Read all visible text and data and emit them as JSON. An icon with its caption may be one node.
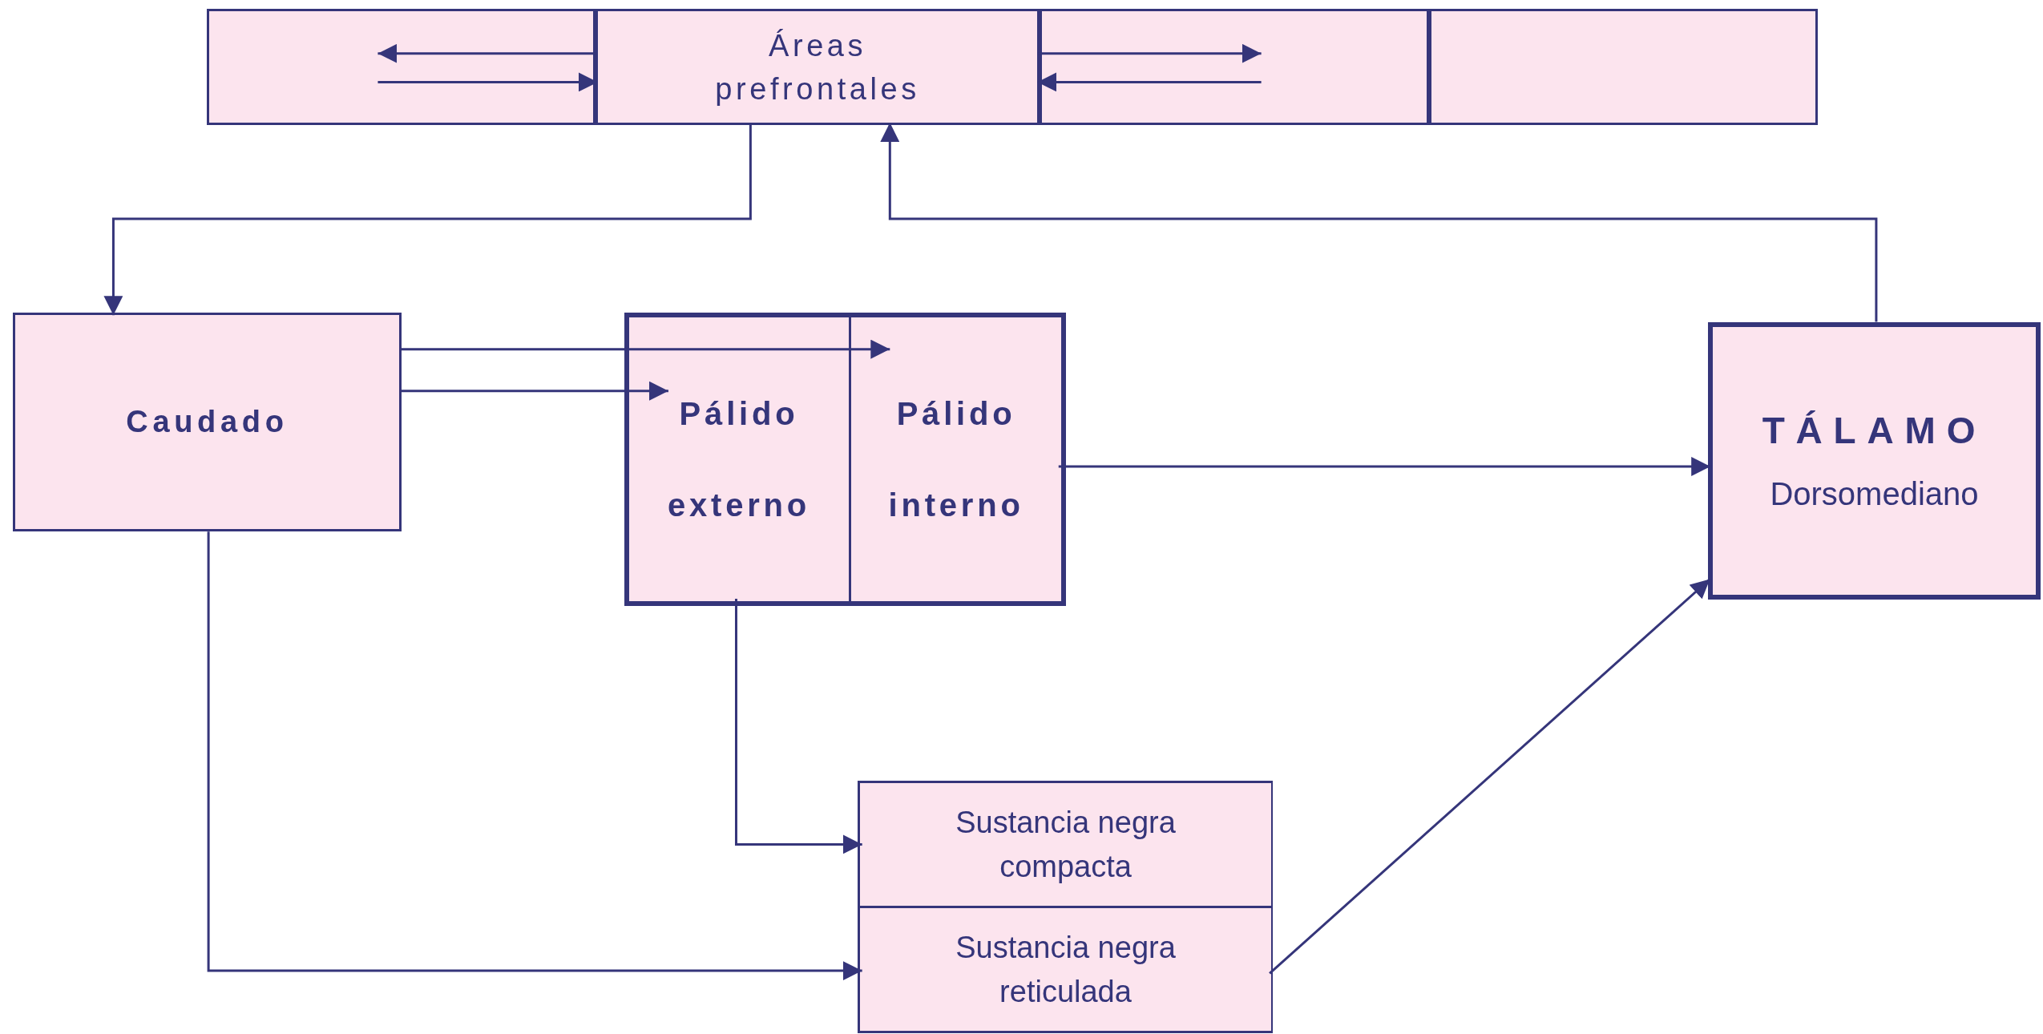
{
  "diagram": {
    "nodes": [
      {
        "text": [],
        "shape": "box"
      },
      {
        "text": [
          "Áreas prefrontales"
        ]
      },
      {
        "text": [],
        "shape": "box"
      },
      {
        "text": [],
        "shape": "box"
      },
      {
        "text": [
          "Caudado"
        ]
      },
      {
        "text": [],
        "shape": "box"
      },
      {
        "text": [
          "Pálido externo"
        ],
        "in": 5
      },
      {
        "text": [
          "Pálido interno"
        ],
        "in": 5
      },
      {
        "text": [
          "TÁLAMO",
          "Dorsomediano"
        ]
      },
      {
        "text": [],
        "shape": "box"
      },
      {
        "text": [
          "Sustancia negra compacta"
        ],
        "in": 9
      },
      {
        "text": [
          "Sustancia negra reticulada"
        ],
        "in": 9
      }
    ],
    "edges": [
      {
        "from": 1,
        "to": 0,
        "arrow": "to"
      },
      {
        "from": 0,
        "to": 1,
        "arrow": "to"
      },
      {
        "from": 1,
        "to": 2,
        "arrow": "to"
      },
      {
        "from": 2,
        "to": 1,
        "arrow": "to"
      },
      {
        "from": 1,
        "to": 4,
        "arrow": "to"
      },
      {
        "from": 4,
        "to": 7,
        "arrow": "to"
      },
      {
        "from": 4,
        "to": 6,
        "arrow": "to"
      },
      {
        "from": 7,
        "to": 8,
        "arrow": "to"
      },
      {
        "from": 6,
        "to": 10,
        "arrow": "to"
      },
      {
        "from": 4,
        "to": 11,
        "arrow": "to"
      },
      {
        "from": 11,
        "to": 8,
        "arrow": "to"
      },
      {
        "from": 8,
        "to": 1,
        "arrow": "to"
      }
    ]
  }
}
